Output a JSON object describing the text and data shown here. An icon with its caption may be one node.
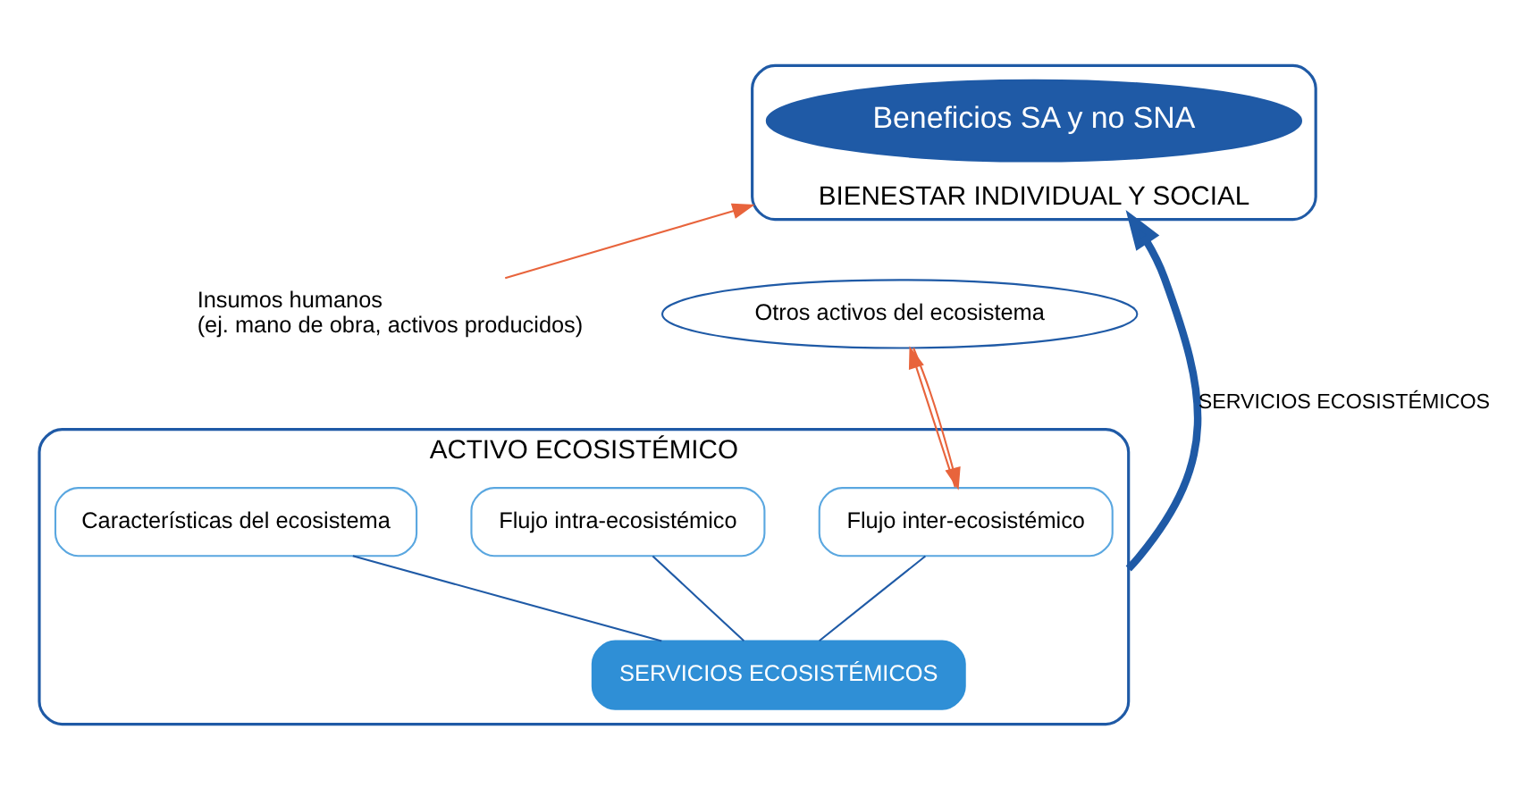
{
  "diagram": {
    "nodes": [
      {
        "text": [
          "BIENESTAR INDIVIDUAL Y SOCIAL"
        ]
      },
      {
        "text": [
          "Beneficios SA y no SNA"
        ],
        "in": 0
      },
      {
        "text": [
          "Insumos humanos",
          "(ej. mano de obra, activos producidos)"
        ]
      },
      {
        "text": [
          "ACTIVO ECOSISTÉMICO"
        ]
      },
      {
        "text": [
          "SERVICIOS ECOSISTÉMICOS"
        ],
        "in": 3
      },
      {
        "text": [
          "Características del ecosistema"
        ],
        "in": 3
      },
      {
        "text": [
          "Flujo intra-ecosistémico"
        ],
        "in": 3
      },
      {
        "text": [
          "Flujo inter-ecosistémico"
        ],
        "in": 3
      },
      {
        "text": [
          "Otros activos del ecosistema"
        ]
      }
    ],
    "edges": [
      {
        "from": 3,
        "to": 0,
        "arrow": "to",
        "label": "SERVICIOS ECOSISTÉMICOS",
        "style": "thick"
      },
      {
        "from": 2,
        "to": 0,
        "arrow": "to",
        "color": "#e8643c"
      },
      {
        "from": 4,
        "to": 5,
        "arrow": "none"
      },
      {
        "from": 4,
        "to": 6,
        "arrow": "none"
      },
      {
        "from": 4,
        "to": 7,
        "arrow": "none"
      },
      {
        "from": 7,
        "to": 8,
        "arrow": "to",
        "color": "#e8643c"
      },
      {
        "from": 8,
        "to": 7,
        "arrow": "to",
        "color": "#e8643c"
      }
    ]
  }
}
